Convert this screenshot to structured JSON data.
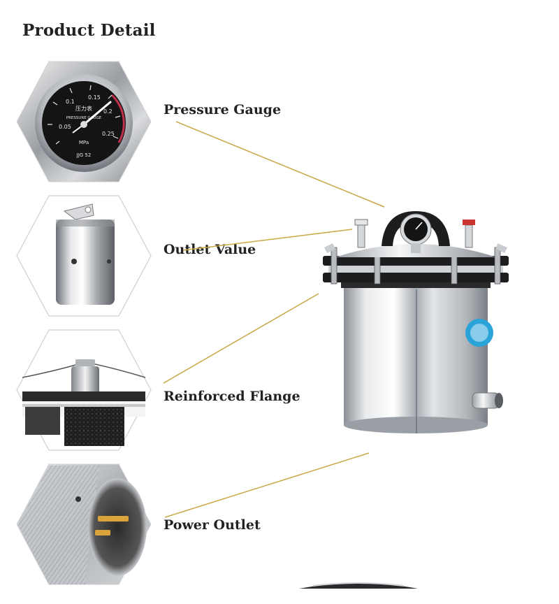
{
  "page": {
    "title": "Product Detail"
  },
  "features": [
    {
      "label": "Pressure Gauge",
      "icon": "pressure-gauge-icon"
    },
    {
      "label": "Outlet Value",
      "icon": "outlet-valve-icon"
    },
    {
      "label": "Reinforced Flange",
      "icon": "flange-icon"
    },
    {
      "label": "Power Outlet",
      "icon": "power-plug-icon"
    }
  ],
  "gauge": {
    "center_text": "压力表",
    "subtitle": "PRESSURE GAUGE",
    "unit": "MPa",
    "ticks": [
      "0.05",
      "0.1",
      "0.15",
      "0.2",
      "0.25"
    ],
    "standard": "JJG 52"
  },
  "colors": {
    "leader_line": "#c9a646",
    "text": "#222222",
    "steel": "#c8ccd0",
    "lid_dark": "#1d1d1f",
    "badge": "#2aa3d9"
  }
}
